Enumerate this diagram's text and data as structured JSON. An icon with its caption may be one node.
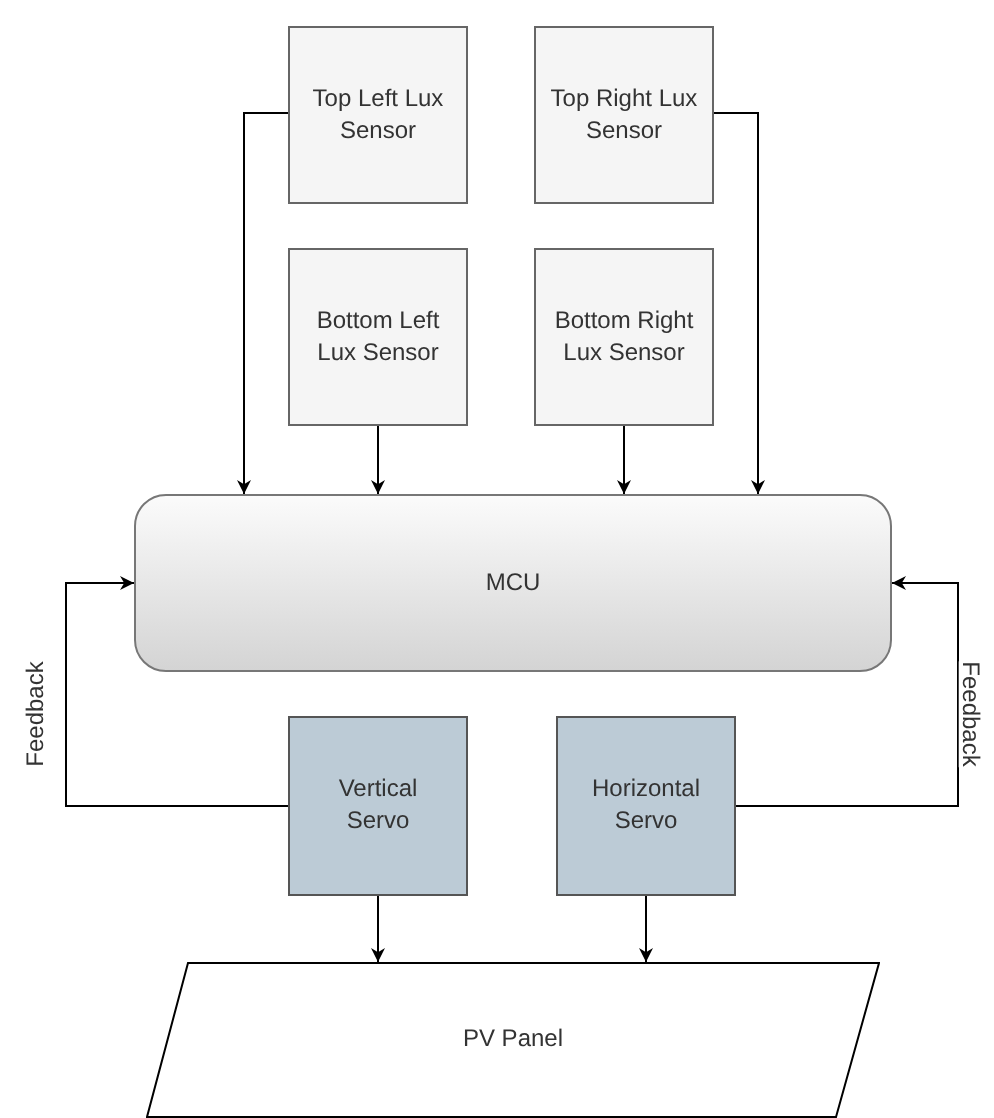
{
  "diagram": {
    "nodes": [
      {
        "text": [
          "Top Left Lux Sensor"
        ]
      },
      {
        "text": [
          "Top Right Lux Sensor"
        ]
      },
      {
        "text": [
          "Bottom Left Lux Sensor"
        ]
      },
      {
        "text": [
          "Bottom Right Lux Sensor"
        ]
      },
      {
        "text": [
          "MCU"
        ]
      },
      {
        "text": [
          "Vertical Servo"
        ]
      },
      {
        "text": [
          "Horizontal Servo"
        ]
      },
      {
        "text": [
          "PV Panel"
        ]
      }
    ],
    "edges": [
      {
        "from": 0,
        "to": 4,
        "arrow": "to"
      },
      {
        "from": 2,
        "to": 4,
        "arrow": "to"
      },
      {
        "from": 3,
        "to": 4,
        "arrow": "to"
      },
      {
        "from": 1,
        "to": 4,
        "arrow": "to"
      },
      {
        "from": 5,
        "to": 4,
        "arrow": "to",
        "label": "Feedback"
      },
      {
        "from": 6,
        "to": 4,
        "arrow": "to",
        "label": "Feedback"
      },
      {
        "from": 5,
        "to": 7,
        "arrow": "to"
      },
      {
        "from": 6,
        "to": 7,
        "arrow": "to"
      }
    ]
  }
}
